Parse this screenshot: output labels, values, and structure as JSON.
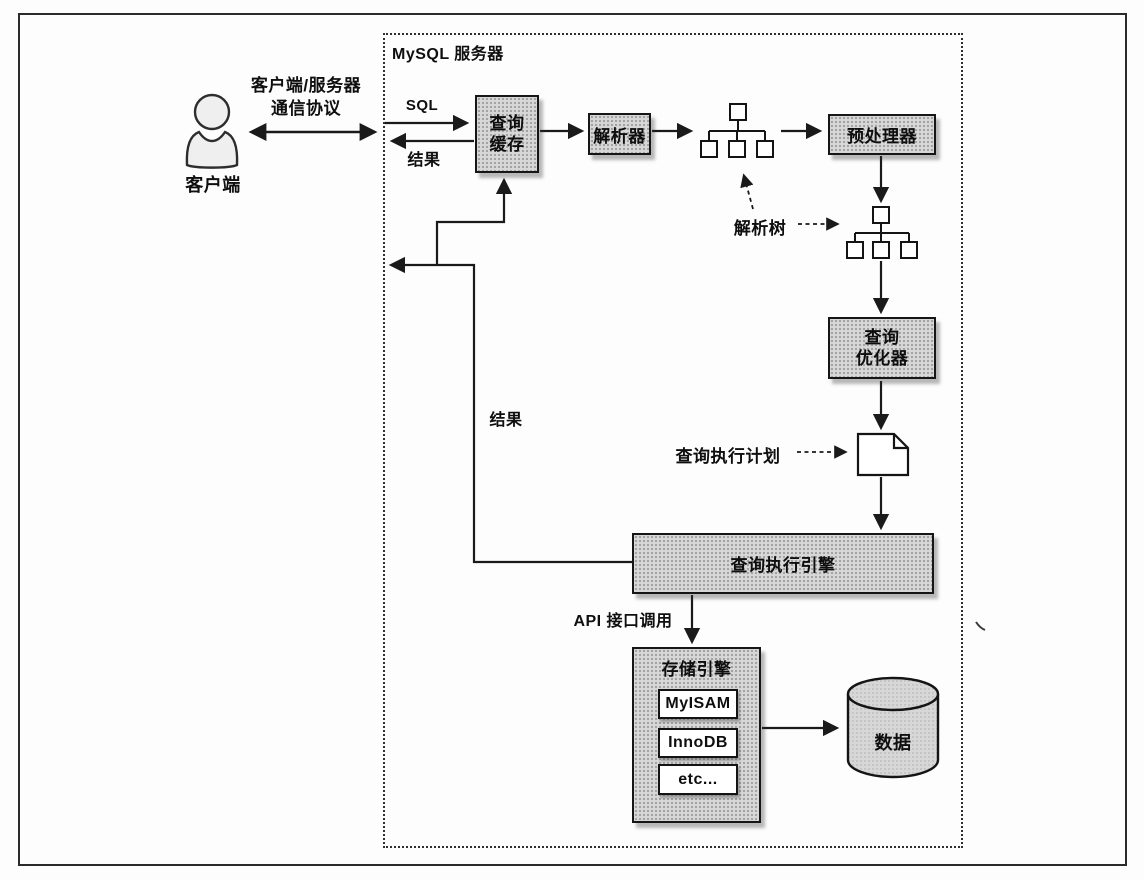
{
  "server": {
    "label": "MySQL 服务器"
  },
  "client": {
    "label": "客户端",
    "protocol": "客户端/服务器\n通信协议"
  },
  "flow_labels": {
    "sql": "SQL",
    "result_top": "结果",
    "result_return": "结果",
    "api_call": "API 接口调用",
    "parse_tree": "解析树",
    "query_plan": "查询执行计划"
  },
  "nodes": {
    "query_cache": "查询\n缓存",
    "parser": "解析器",
    "preprocessor": "预处理器",
    "optimizer": "查询\n优化器",
    "execution_engine": "查询执行引擎",
    "storage_engine": "存储引擎",
    "data_store": "数据"
  },
  "storage_engines": [
    "MyISAM",
    "InnoDB",
    "etc..."
  ],
  "colors": {
    "node_fill": "#d7d7d7",
    "node_border": "#161616",
    "line": "#1a1a1a",
    "background": "#fdfdfd"
  }
}
